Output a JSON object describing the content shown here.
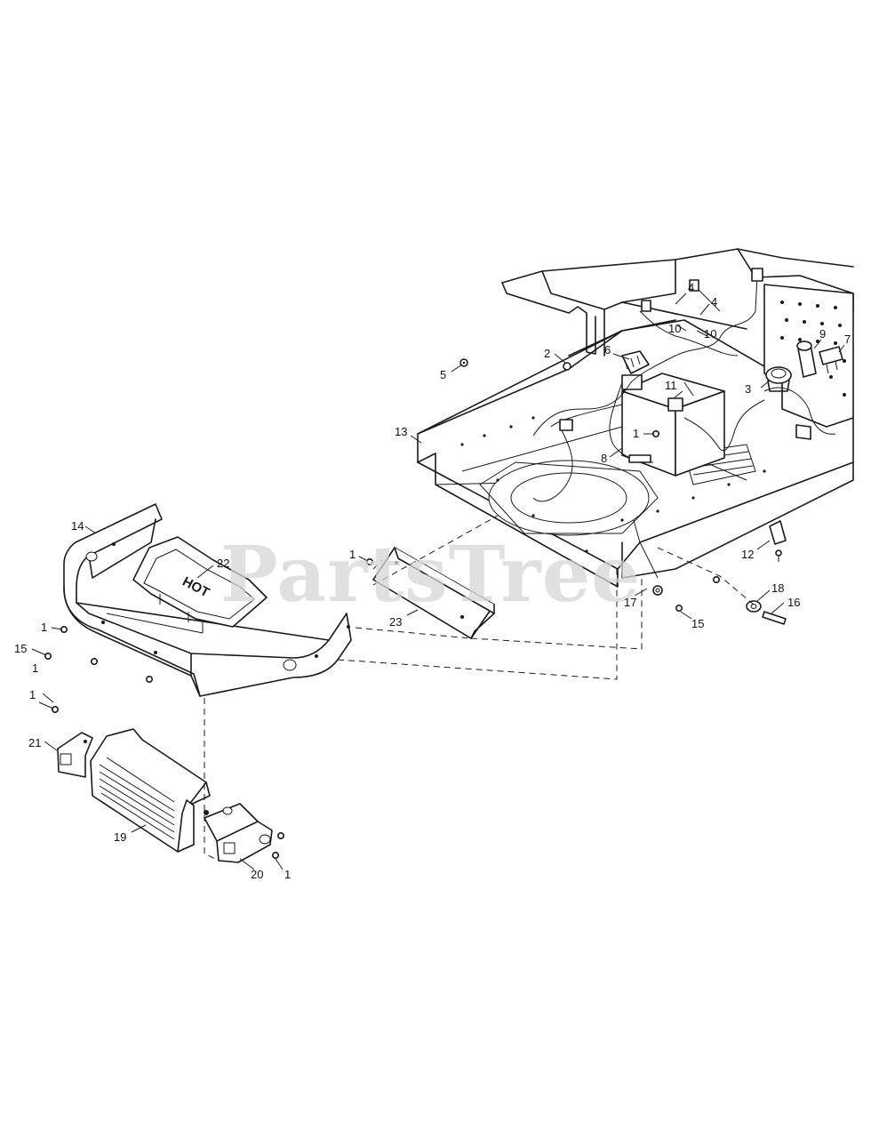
{
  "watermark": "PartsTree",
  "heat_shield_text": "HOT",
  "callouts": [
    {
      "label": "1"
    },
    {
      "label": "1"
    },
    {
      "label": "1"
    },
    {
      "label": "1"
    },
    {
      "label": "1"
    },
    {
      "label": "2"
    },
    {
      "label": "3"
    },
    {
      "label": "4"
    },
    {
      "label": "4"
    },
    {
      "label": "5"
    },
    {
      "label": "6"
    },
    {
      "label": "7"
    },
    {
      "label": "8"
    },
    {
      "label": "9"
    },
    {
      "label": "10"
    },
    {
      "label": "10"
    },
    {
      "label": "11"
    },
    {
      "label": "12"
    },
    {
      "label": "13"
    },
    {
      "label": "14"
    },
    {
      "label": "15"
    },
    {
      "label": "15"
    },
    {
      "label": "16"
    },
    {
      "label": "17"
    },
    {
      "label": "18"
    },
    {
      "label": "19"
    },
    {
      "label": "20"
    },
    {
      "label": "21"
    },
    {
      "label": "22"
    },
    {
      "label": "23"
    },
    {
      "label": "1"
    }
  ]
}
